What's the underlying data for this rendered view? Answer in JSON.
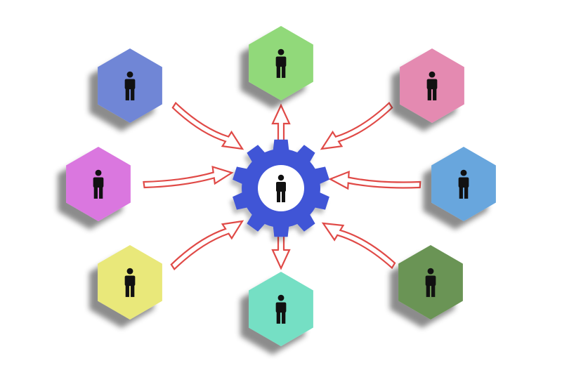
{
  "diagram": {
    "center": {
      "icon": "gear-icon",
      "person_icon": "person-icon",
      "gear_color": "#3f55d6",
      "hole_color": "#ffffff"
    },
    "nodes": [
      {
        "id": "top",
        "color": "#91d97a",
        "icon": "person-icon"
      },
      {
        "id": "top-left",
        "color": "#6f86d6",
        "icon": "person-icon"
      },
      {
        "id": "top-right",
        "color": "#e48ab1",
        "icon": "person-icon"
      },
      {
        "id": "middle-left",
        "color": "#da77df",
        "icon": "person-icon"
      },
      {
        "id": "middle-right",
        "color": "#67a6dd",
        "icon": "person-icon"
      },
      {
        "id": "bottom-left",
        "color": "#e9e87a",
        "icon": "person-icon"
      },
      {
        "id": "bottom",
        "color": "#74dfc4",
        "icon": "person-icon"
      },
      {
        "id": "bottom-right",
        "color": "#6b9455",
        "icon": "person-icon"
      }
    ],
    "connectors": {
      "style": "hollow-arrow",
      "color": "#e04a47",
      "count": 8
    }
  }
}
